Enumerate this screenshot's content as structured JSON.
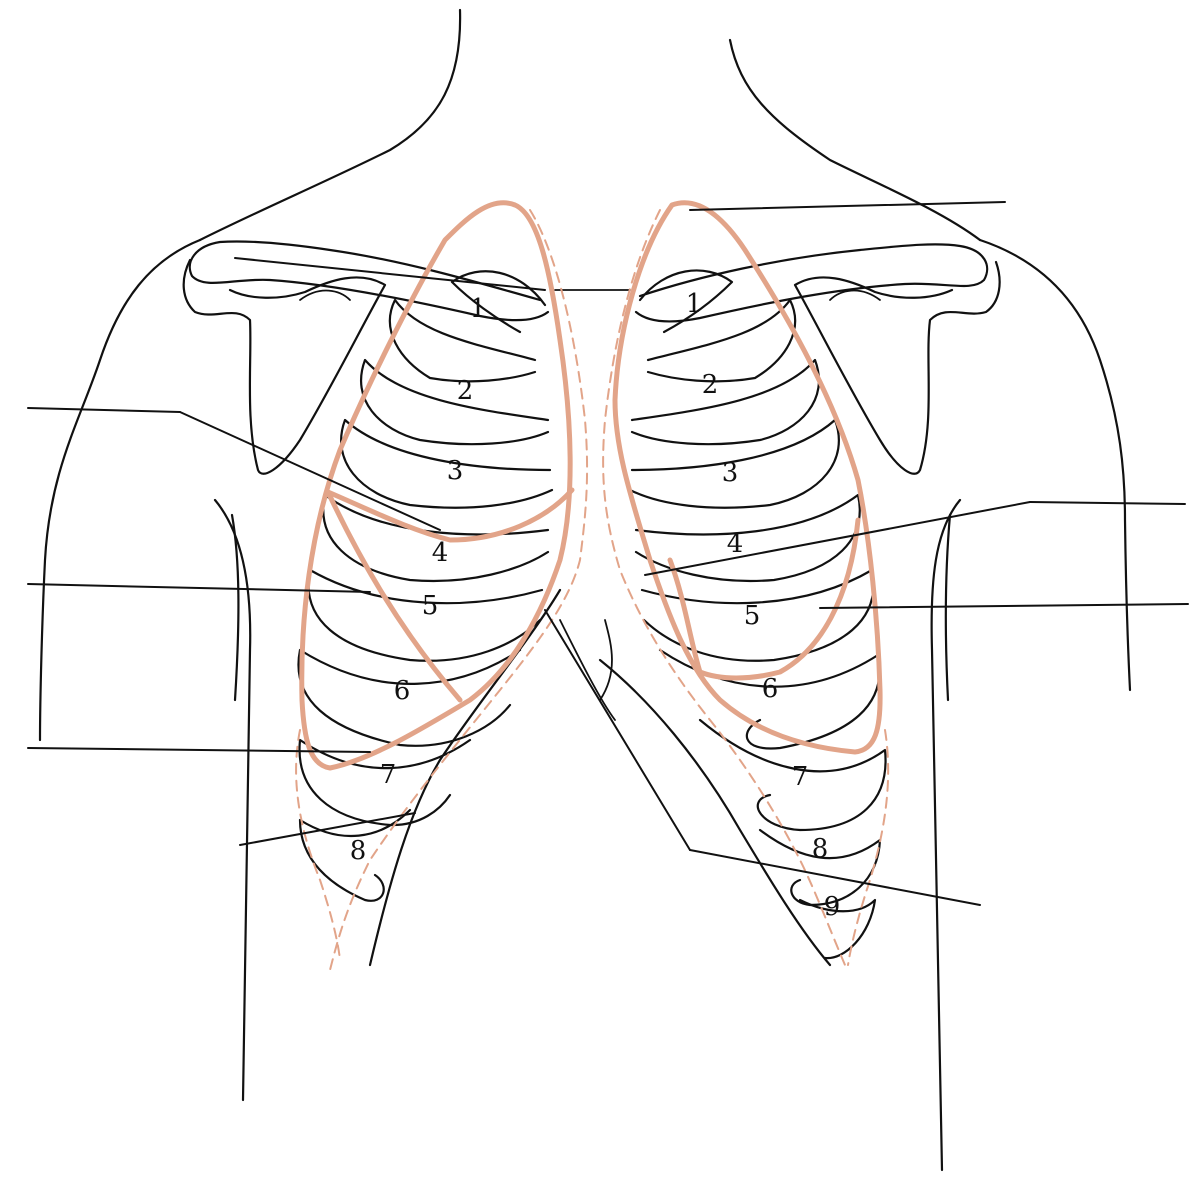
{
  "colors": {
    "ink": "#111111",
    "lung_border": "#E2A489",
    "pleura_border": "#E2A489",
    "background": "#ffffff"
  },
  "rib_labels": {
    "right": [
      "1",
      "2",
      "3",
      "4",
      "5",
      "6",
      "7",
      "8"
    ],
    "left": [
      "1",
      "2",
      "3",
      "4",
      "5",
      "6",
      "7",
      "8",
      "9"
    ]
  }
}
